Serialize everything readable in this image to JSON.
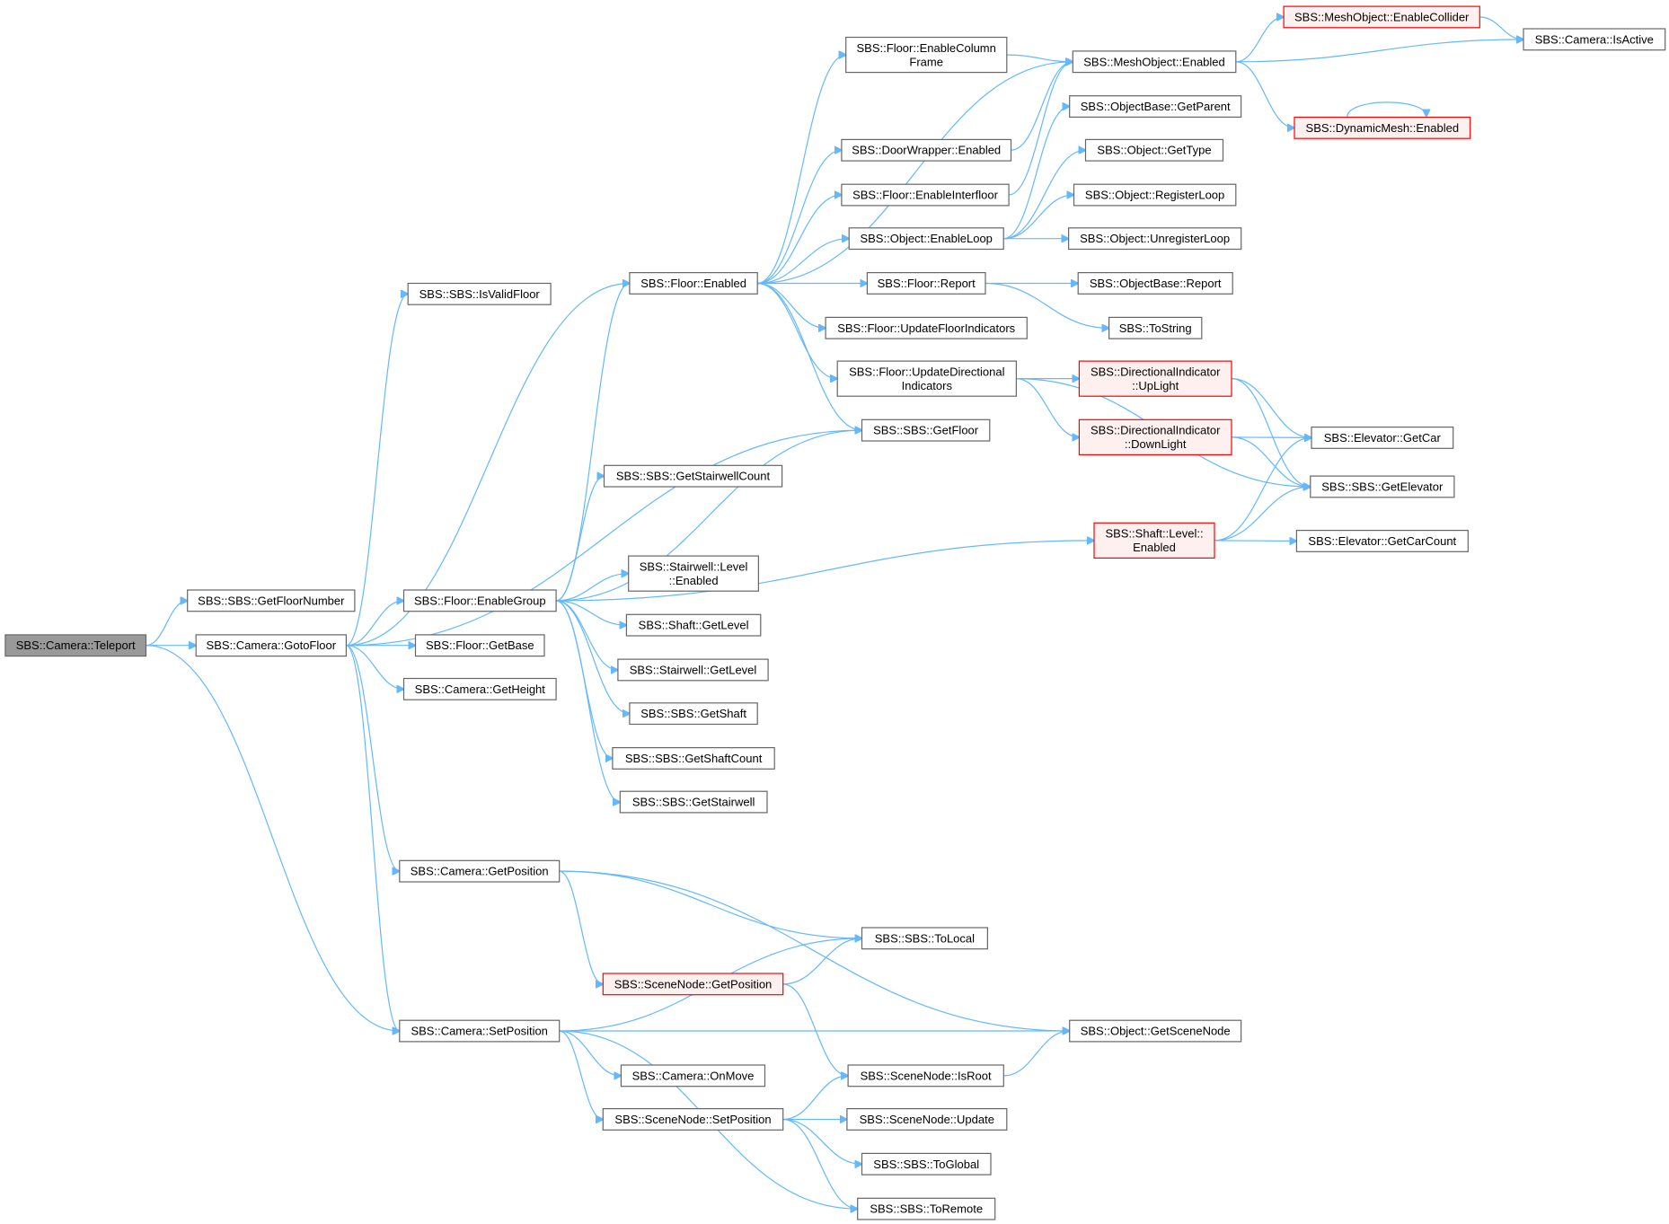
{
  "diagram": {
    "type": "call-graph",
    "colors": {
      "edge": "#63b8ff",
      "node_border": "#666666",
      "root_fill": "#999999",
      "truncated_border": "#ff0000",
      "truncated_fill": "#fff0f0"
    },
    "nodes": [
      {
        "id": "teleport",
        "lines": [
          "SBS::Camera::Teleport"
        ],
        "style": "root"
      },
      {
        "id": "getfloornumber",
        "lines": [
          "SBS::SBS::GetFloorNumber"
        ],
        "style": "normal"
      },
      {
        "id": "gotofloor",
        "lines": [
          "SBS::Camera::GotoFloor"
        ],
        "style": "normal"
      },
      {
        "id": "isvalidfloor",
        "lines": [
          "SBS::SBS::IsValidFloor"
        ],
        "style": "normal"
      },
      {
        "id": "floorenabled",
        "lines": [
          "SBS::Floor::Enabled"
        ],
        "style": "normal"
      },
      {
        "id": "enablegroup",
        "lines": [
          "SBS::Floor::EnableGroup"
        ],
        "style": "normal"
      },
      {
        "id": "getbase",
        "lines": [
          "SBS::Floor::GetBase"
        ],
        "style": "normal"
      },
      {
        "id": "getheight",
        "lines": [
          "SBS::Camera::GetHeight"
        ],
        "style": "normal"
      },
      {
        "id": "campos",
        "lines": [
          "SBS::Camera::GetPosition"
        ],
        "style": "normal"
      },
      {
        "id": "setpos",
        "lines": [
          "SBS::Camera::SetPosition"
        ],
        "style": "normal"
      },
      {
        "id": "colframe",
        "lines": [
          "SBS::Floor::EnableColumn",
          "Frame"
        ],
        "style": "normal"
      },
      {
        "id": "doorwrapper",
        "lines": [
          "SBS::DoorWrapper::Enabled"
        ],
        "style": "normal"
      },
      {
        "id": "interfloor",
        "lines": [
          "SBS::Floor::EnableInterfloor"
        ],
        "style": "normal"
      },
      {
        "id": "enableloop",
        "lines": [
          "SBS::Object::EnableLoop"
        ],
        "style": "normal"
      },
      {
        "id": "floorreport",
        "lines": [
          "SBS::Floor::Report"
        ],
        "style": "normal"
      },
      {
        "id": "updfloorind",
        "lines": [
          "SBS::Floor::UpdateFloorIndicators"
        ],
        "style": "normal"
      },
      {
        "id": "upddirind",
        "lines": [
          "SBS::Floor::UpdateDirectional",
          "Indicators"
        ],
        "style": "normal"
      },
      {
        "id": "getfloor",
        "lines": [
          "SBS::SBS::GetFloor"
        ],
        "style": "normal"
      },
      {
        "id": "stairwellcount",
        "lines": [
          "SBS::SBS::GetStairwellCount"
        ],
        "style": "normal"
      },
      {
        "id": "stairlevelenabled",
        "lines": [
          "SBS::Stairwell::Level",
          "::Enabled"
        ],
        "style": "normal"
      },
      {
        "id": "shaftgetlevel",
        "lines": [
          "SBS::Shaft::GetLevel"
        ],
        "style": "normal"
      },
      {
        "id": "stairgetlevel",
        "lines": [
          "SBS::Stairwell::GetLevel"
        ],
        "style": "normal"
      },
      {
        "id": "getshaft",
        "lines": [
          "SBS::SBS::GetShaft"
        ],
        "style": "normal"
      },
      {
        "id": "getshaftcount",
        "lines": [
          "SBS::SBS::GetShaftCount"
        ],
        "style": "normal"
      },
      {
        "id": "getstairwell",
        "lines": [
          "SBS::SBS::GetStairwell"
        ],
        "style": "normal"
      },
      {
        "id": "meshenabled",
        "lines": [
          "SBS::MeshObject::Enabled"
        ],
        "style": "normal"
      },
      {
        "id": "getparent",
        "lines": [
          "SBS::ObjectBase::GetParent"
        ],
        "style": "normal"
      },
      {
        "id": "gettype",
        "lines": [
          "SBS::Object::GetType"
        ],
        "style": "normal"
      },
      {
        "id": "registerloop",
        "lines": [
          "SBS::Object::RegisterLoop"
        ],
        "style": "normal"
      },
      {
        "id": "unregisterloop",
        "lines": [
          "SBS::Object::UnregisterLoop"
        ],
        "style": "normal"
      },
      {
        "id": "objbasereport",
        "lines": [
          "SBS::ObjectBase::Report"
        ],
        "style": "normal"
      },
      {
        "id": "tostring",
        "lines": [
          "SBS::ToString"
        ],
        "style": "normal"
      },
      {
        "id": "uplight",
        "lines": [
          "SBS::DirectionalIndicator",
          "::UpLight"
        ],
        "style": "truncated"
      },
      {
        "id": "downlight",
        "lines": [
          "SBS::DirectionalIndicator",
          "::DownLight"
        ],
        "style": "truncated"
      },
      {
        "id": "shaftlevelenabled",
        "lines": [
          "SBS::Shaft::Level::",
          "Enabled"
        ],
        "style": "truncated"
      },
      {
        "id": "enablecollider",
        "lines": [
          "SBS::MeshObject::EnableCollider"
        ],
        "style": "truncated"
      },
      {
        "id": "isactive",
        "lines": [
          "SBS::Camera::IsActive"
        ],
        "style": "normal"
      },
      {
        "id": "dynmesh",
        "lines": [
          "SBS::DynamicMesh::Enabled"
        ],
        "style": "truncated"
      },
      {
        "id": "getcar",
        "lines": [
          "SBS::Elevator::GetCar"
        ],
        "style": "normal"
      },
      {
        "id": "getelevator",
        "lines": [
          "SBS::SBS::GetElevator"
        ],
        "style": "normal"
      },
      {
        "id": "getcarcount",
        "lines": [
          "SBS::Elevator::GetCarCount"
        ],
        "style": "normal"
      },
      {
        "id": "tolocal",
        "lines": [
          "SBS::SBS::ToLocal"
        ],
        "style": "normal"
      },
      {
        "id": "scenegetpos",
        "lines": [
          "SBS::SceneNode::GetPosition"
        ],
        "style": "truncated"
      },
      {
        "id": "getscenenode",
        "lines": [
          "SBS::Object::GetSceneNode"
        ],
        "style": "normal"
      },
      {
        "id": "onmove",
        "lines": [
          "SBS::Camera::OnMove"
        ],
        "style": "normal"
      },
      {
        "id": "isroot",
        "lines": [
          "SBS::SceneNode::IsRoot"
        ],
        "style": "normal"
      },
      {
        "id": "scenesetpos",
        "lines": [
          "SBS::SceneNode::SetPosition"
        ],
        "style": "normal"
      },
      {
        "id": "sceneupdate",
        "lines": [
          "SBS::SceneNode::Update"
        ],
        "style": "normal"
      },
      {
        "id": "toglobal",
        "lines": [
          "SBS::SBS::ToGlobal"
        ],
        "style": "normal"
      },
      {
        "id": "toremote",
        "lines": [
          "SBS::SBS::ToRemote"
        ],
        "style": "normal"
      }
    ],
    "edges": [
      [
        "teleport",
        "getfloornumber"
      ],
      [
        "teleport",
        "gotofloor"
      ],
      [
        "teleport",
        "setpos"
      ],
      [
        "gotofloor",
        "isvalidfloor"
      ],
      [
        "gotofloor",
        "floorenabled"
      ],
      [
        "gotofloor",
        "getfloor"
      ],
      [
        "gotofloor",
        "enablegroup"
      ],
      [
        "gotofloor",
        "getbase"
      ],
      [
        "gotofloor",
        "getheight"
      ],
      [
        "gotofloor",
        "campos"
      ],
      [
        "gotofloor",
        "setpos"
      ],
      [
        "floorenabled",
        "colframe"
      ],
      [
        "floorenabled",
        "meshenabled"
      ],
      [
        "floorenabled",
        "doorwrapper"
      ],
      [
        "floorenabled",
        "interfloor"
      ],
      [
        "floorenabled",
        "enableloop"
      ],
      [
        "floorenabled",
        "floorreport"
      ],
      [
        "floorenabled",
        "updfloorind"
      ],
      [
        "floorenabled",
        "upddirind"
      ],
      [
        "floorenabled",
        "getfloor"
      ],
      [
        "enablegroup",
        "floorenabled"
      ],
      [
        "enablegroup",
        "getfloor"
      ],
      [
        "enablegroup",
        "stairwellcount"
      ],
      [
        "enablegroup",
        "shaftlevelenabled"
      ],
      [
        "enablegroup",
        "stairlevelenabled"
      ],
      [
        "enablegroup",
        "shaftgetlevel"
      ],
      [
        "enablegroup",
        "stairgetlevel"
      ],
      [
        "enablegroup",
        "getshaft"
      ],
      [
        "enablegroup",
        "getshaftcount"
      ],
      [
        "enablegroup",
        "getstairwell"
      ],
      [
        "colframe",
        "meshenabled"
      ],
      [
        "doorwrapper",
        "meshenabled"
      ],
      [
        "interfloor",
        "meshenabled"
      ],
      [
        "enableloop",
        "getparent"
      ],
      [
        "enableloop",
        "gettype"
      ],
      [
        "enableloop",
        "registerloop"
      ],
      [
        "enableloop",
        "unregisterloop"
      ],
      [
        "floorreport",
        "objbasereport"
      ],
      [
        "floorreport",
        "tostring"
      ],
      [
        "upddirind",
        "uplight"
      ],
      [
        "upddirind",
        "downlight"
      ],
      [
        "upddirind",
        "getelevator"
      ],
      [
        "meshenabled",
        "enablecollider"
      ],
      [
        "meshenabled",
        "isactive"
      ],
      [
        "meshenabled",
        "dynmesh"
      ],
      [
        "enablecollider",
        "isactive"
      ],
      [
        "dynmesh",
        "dynmesh"
      ],
      [
        "uplight",
        "getcar"
      ],
      [
        "uplight",
        "getelevator"
      ],
      [
        "downlight",
        "getcar"
      ],
      [
        "downlight",
        "getelevator"
      ],
      [
        "shaftlevelenabled",
        "getcar"
      ],
      [
        "shaftlevelenabled",
        "getelevator"
      ],
      [
        "shaftlevelenabled",
        "getcarcount"
      ],
      [
        "campos",
        "tolocal"
      ],
      [
        "campos",
        "scenegetpos"
      ],
      [
        "campos",
        "getscenenode"
      ],
      [
        "scenegetpos",
        "tolocal"
      ],
      [
        "scenegetpos",
        "isroot"
      ],
      [
        "setpos",
        "tolocal"
      ],
      [
        "setpos",
        "getscenenode"
      ],
      [
        "setpos",
        "onmove"
      ],
      [
        "setpos",
        "scenesetpos"
      ],
      [
        "setpos",
        "toremote"
      ],
      [
        "isroot",
        "getscenenode"
      ],
      [
        "scenesetpos",
        "isroot"
      ],
      [
        "scenesetpos",
        "sceneupdate"
      ],
      [
        "scenesetpos",
        "toglobal"
      ],
      [
        "scenesetpos",
        "toremote"
      ]
    ]
  }
}
